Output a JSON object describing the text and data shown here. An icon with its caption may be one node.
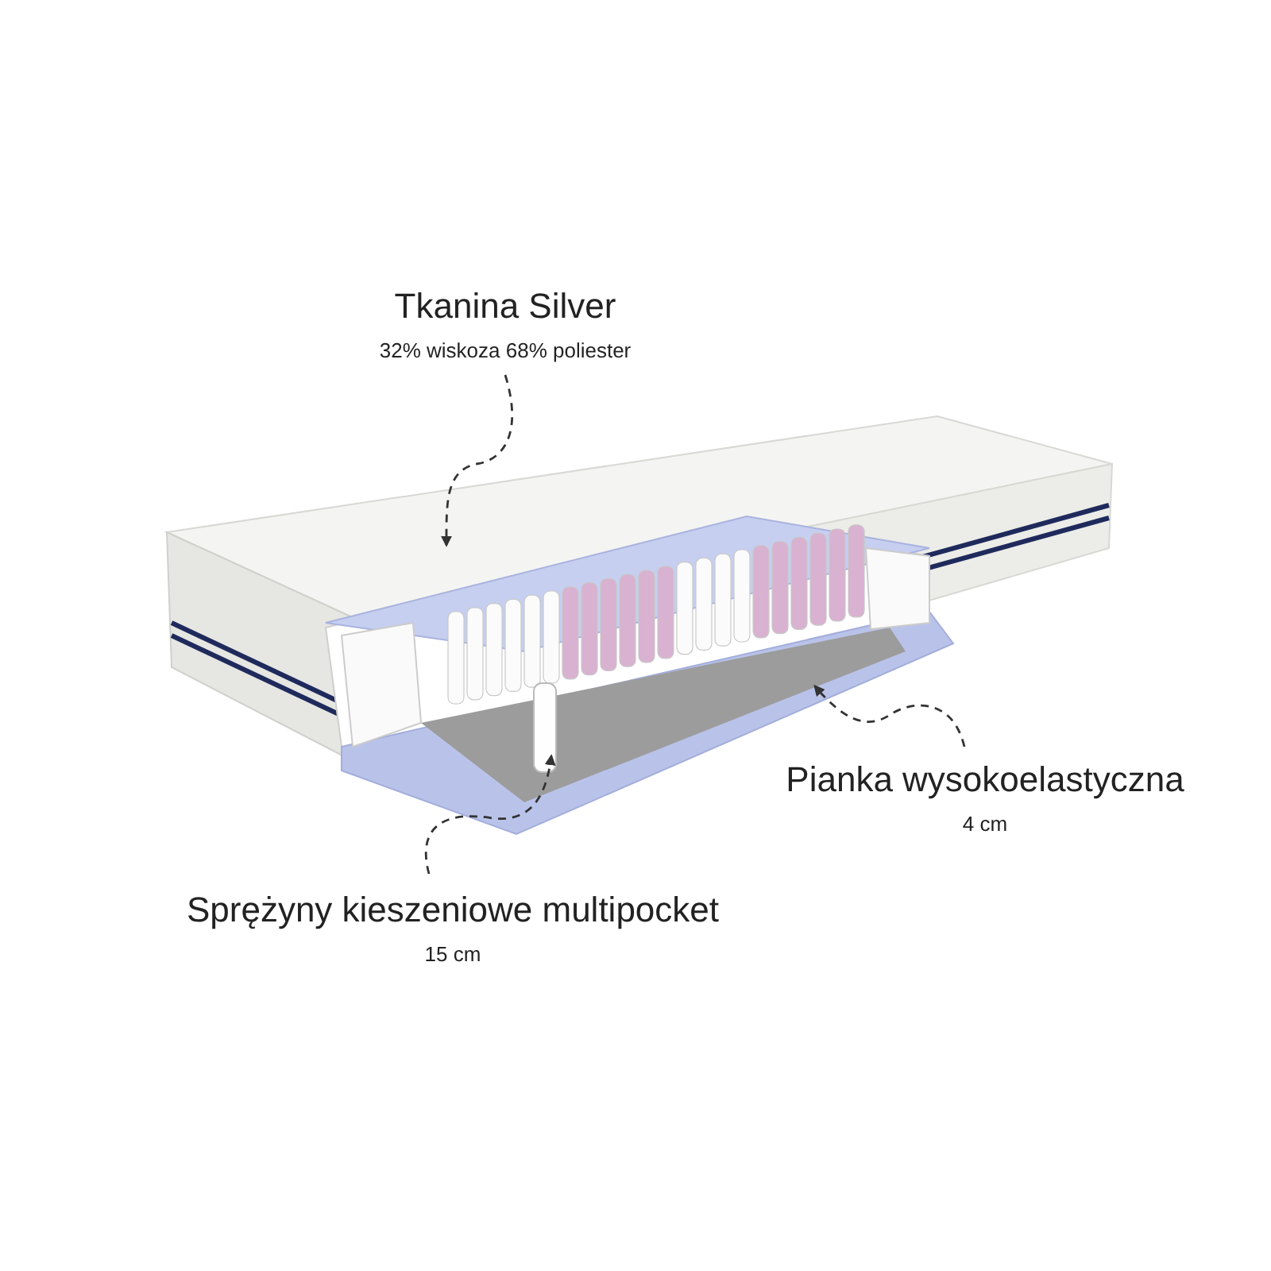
{
  "diagram": {
    "nodes": [
      {
        "text": [
          "Tkanina Silver",
          "32% wiskoza 68% poliester"
        ]
      },
      {
        "text": [
          "Pianka wysokoelastyczna",
          "4 cm"
        ]
      },
      {
        "text": [
          "Sprężyny kieszeniowe multipocket",
          "15 cm"
        ]
      }
    ],
    "edges": [
      {
        "from": 0,
        "to": null,
        "arrow": "to",
        "style": "dashed"
      },
      {
        "from": 1,
        "to": null,
        "arrow": "to",
        "style": "dashed"
      },
      {
        "from": 2,
        "to": null,
        "arrow": "to",
        "style": "dashed"
      }
    ]
  }
}
